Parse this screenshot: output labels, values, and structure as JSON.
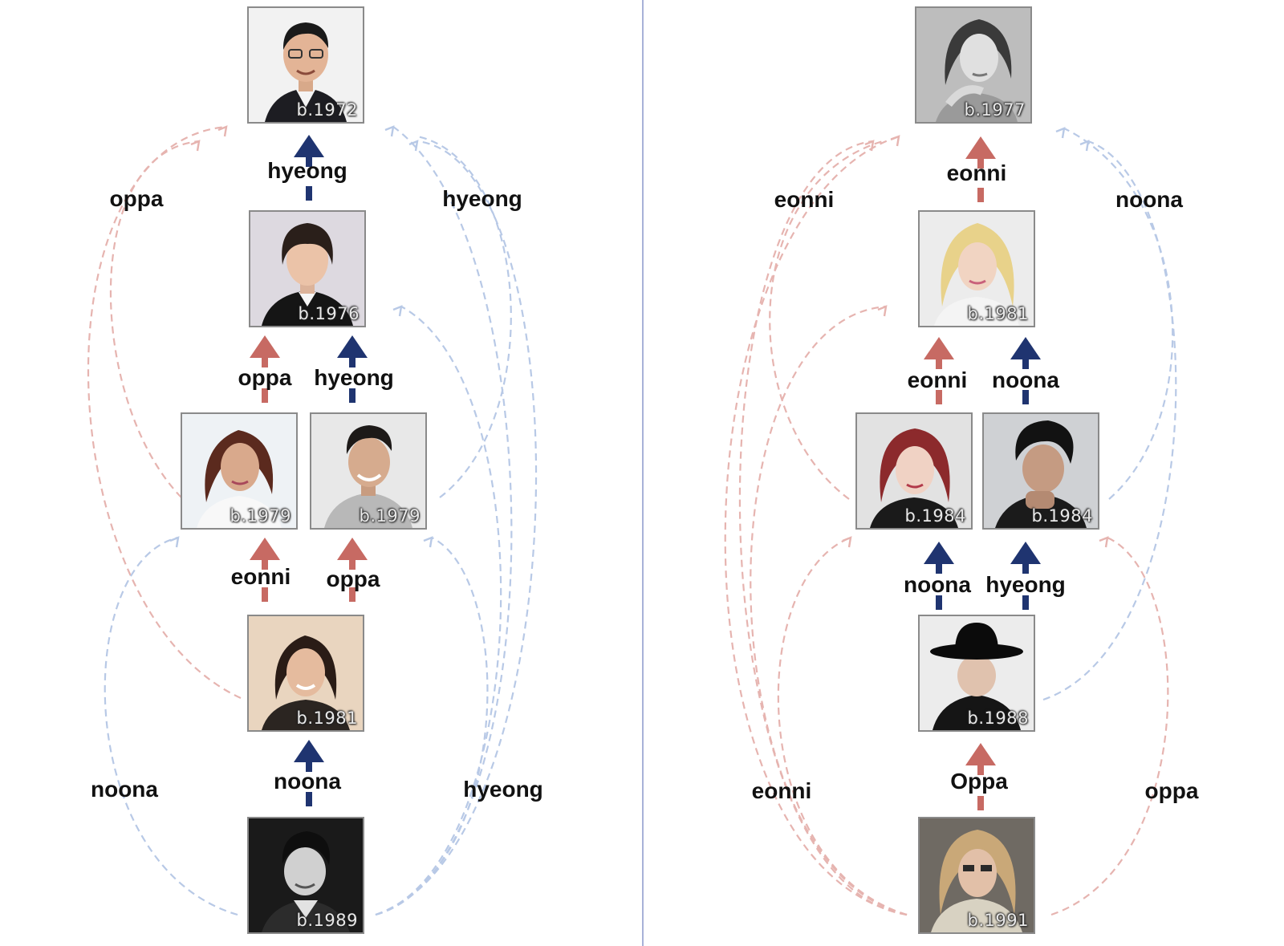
{
  "colors": {
    "red": "#c76a63",
    "navy": "#1f3470",
    "light_red": "#e6b4b0",
    "light_blue": "#b8c9e6",
    "divider": "#6f7fbf"
  },
  "left_tree": {
    "people": [
      {
        "id": "L1",
        "birth": "b.1972",
        "gender": "male"
      },
      {
        "id": "L2",
        "birth": "b.1976",
        "gender": "male"
      },
      {
        "id": "L3a",
        "birth": "b.1979",
        "gender": "female"
      },
      {
        "id": "L3b",
        "birth": "b.1979",
        "gender": "male"
      },
      {
        "id": "L4",
        "birth": "b.1981",
        "gender": "female"
      },
      {
        "id": "L5",
        "birth": "b.1989",
        "gender": "male"
      }
    ],
    "direct_terms": [
      {
        "from": "L2",
        "to": "L1",
        "term": "hyeong"
      },
      {
        "from": "L3a",
        "to": "L2",
        "term": "oppa"
      },
      {
        "from": "L3b",
        "to": "L2",
        "term": "hyeong"
      },
      {
        "from": "L4",
        "to": "L3a",
        "term": "eonni"
      },
      {
        "from": "L4",
        "to": "L3b",
        "term": "oppa"
      },
      {
        "from": "L5",
        "to": "L4",
        "term": "noona"
      }
    ],
    "side_terms": {
      "upper_left": "oppa",
      "upper_right": "hyeong",
      "lower_left": "noona",
      "lower_right": "hyeong"
    }
  },
  "right_tree": {
    "people": [
      {
        "id": "R1",
        "birth": "b.1977",
        "gender": "female"
      },
      {
        "id": "R2",
        "birth": "b.1981",
        "gender": "female"
      },
      {
        "id": "R3a",
        "birth": "b.1984",
        "gender": "female"
      },
      {
        "id": "R3b",
        "birth": "b.1984",
        "gender": "male"
      },
      {
        "id": "R4",
        "birth": "b.1988",
        "gender": "male"
      },
      {
        "id": "R5",
        "birth": "b.1991",
        "gender": "female"
      }
    ],
    "direct_terms": [
      {
        "from": "R2",
        "to": "R1",
        "term": "eonni"
      },
      {
        "from": "R3a",
        "to": "R2",
        "term": "eonni"
      },
      {
        "from": "R3b",
        "to": "R2",
        "term": "noona"
      },
      {
        "from": "R4",
        "to": "R3a",
        "term": "noona"
      },
      {
        "from": "R4",
        "to": "R3b",
        "term": "hyeong"
      },
      {
        "from": "R5",
        "to": "R4",
        "term": "Oppa"
      }
    ],
    "side_terms": {
      "upper_left": "eonni",
      "upper_right": "noona",
      "lower_left": "eonni",
      "lower_right": "oppa"
    }
  }
}
